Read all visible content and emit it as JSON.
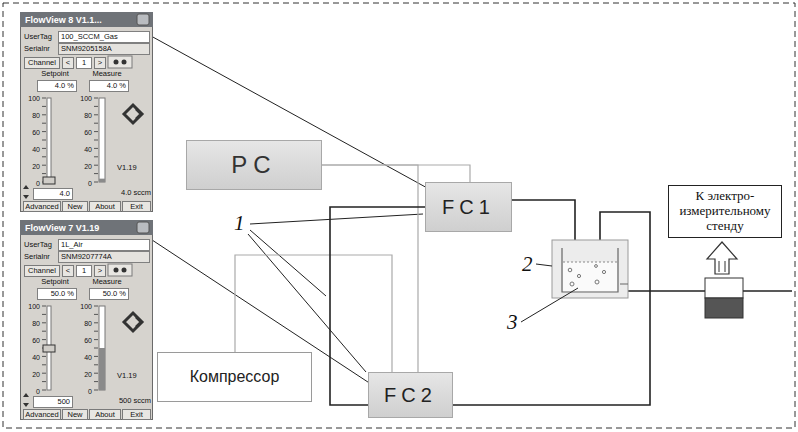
{
  "diagram": {
    "nodes": [
      {
        "text": [
          "FlowView 8 V1.1...",
          "UserTag",
          "100_SCCM_Gas",
          "Serialnr",
          "SNM9205158A",
          "Channel",
          "<",
          "1",
          ">",
          "Setpoint",
          "Measure",
          "4.0 %",
          "4.0 %",
          "100",
          "80",
          "60",
          "40",
          "20",
          "0",
          "100",
          "80",
          "60",
          "40",
          "20",
          "0",
          "V1.19",
          "4.0",
          "4.0 sccm",
          "Advanced",
          "New",
          "About",
          "Exit"
        ]
      },
      {
        "text": [
          "PC"
        ]
      },
      {
        "text": [
          "FC1"
        ]
      },
      {
        "text": [
          "К электро-измерительному стенду"
        ]
      },
      {
        "text": [
          "FlowView 7 V1.19",
          "UserTag",
          "1L_Air",
          "Serialnr",
          "SNM9207774A",
          "Channel",
          "<",
          "1",
          ">",
          "Setpoint",
          "Measure",
          "50.0 %",
          "50.0 %",
          "100",
          "80",
          "60",
          "40",
          "20",
          "0",
          "100",
          "80",
          "60",
          "40",
          "20",
          "0",
          "V1.19",
          "500",
          "500 sccm",
          "Advanced",
          "New",
          "About",
          "Exit"
        ]
      },
      {
        "text": [
          "Компрессор"
        ]
      },
      {
        "text": [
          "FC2"
        ]
      }
    ],
    "edges": [
      {
        "from": 0,
        "to": 2,
        "arrow": "none"
      },
      {
        "from": 1,
        "to": 2,
        "arrow": "none"
      },
      {
        "from": 1,
        "to": 6,
        "arrow": "none"
      },
      {
        "from": 4,
        "to": 6,
        "arrow": "none"
      },
      {
        "from": 5,
        "to": 6,
        "arrow": "none"
      },
      {
        "from": 2,
        "to": 6,
        "arrow": "none"
      }
    ],
    "labels": [
      "1",
      "2",
      "3"
    ]
  }
}
